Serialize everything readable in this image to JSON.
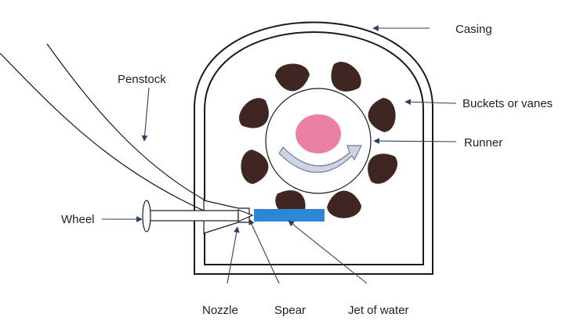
{
  "labels": {
    "casing": "Casing",
    "penstock": "Penstock",
    "buckets": "Buckets or vanes",
    "runner": "Runner",
    "wheel": "Wheel",
    "nozzle": "Nozzle",
    "spear": "Spear",
    "jet": "Jet of water"
  },
  "colors": {
    "bucket": "#3f2622",
    "hub": "#ec7fa6",
    "jet": "#2e86d6",
    "arrow_fill": "#cfd3e4",
    "arrow_stroke": "#6c7896",
    "line": "#1a1a1a",
    "leader": "#2c3e66"
  }
}
